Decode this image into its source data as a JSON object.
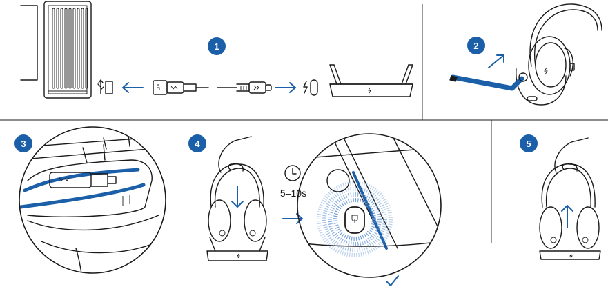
{
  "steps": [
    {
      "number": "1"
    },
    {
      "number": "2"
    },
    {
      "number": "3"
    },
    {
      "number": "4"
    },
    {
      "number": "5"
    }
  ],
  "step4": {
    "duration_label": "5–10s"
  },
  "icons": {
    "usb_port": "usb-port-icon",
    "usb_symbol": "usb-symbol-icon",
    "usb_c_port": "usb-c-port-icon",
    "charging": "charging-icon",
    "clock": "clock-icon",
    "check": "checkmark-icon",
    "arrow": "arrow-icon"
  },
  "colors": {
    "accent": "#1a5fa8",
    "ink": "#1a1a1a",
    "background": "#ffffff"
  }
}
